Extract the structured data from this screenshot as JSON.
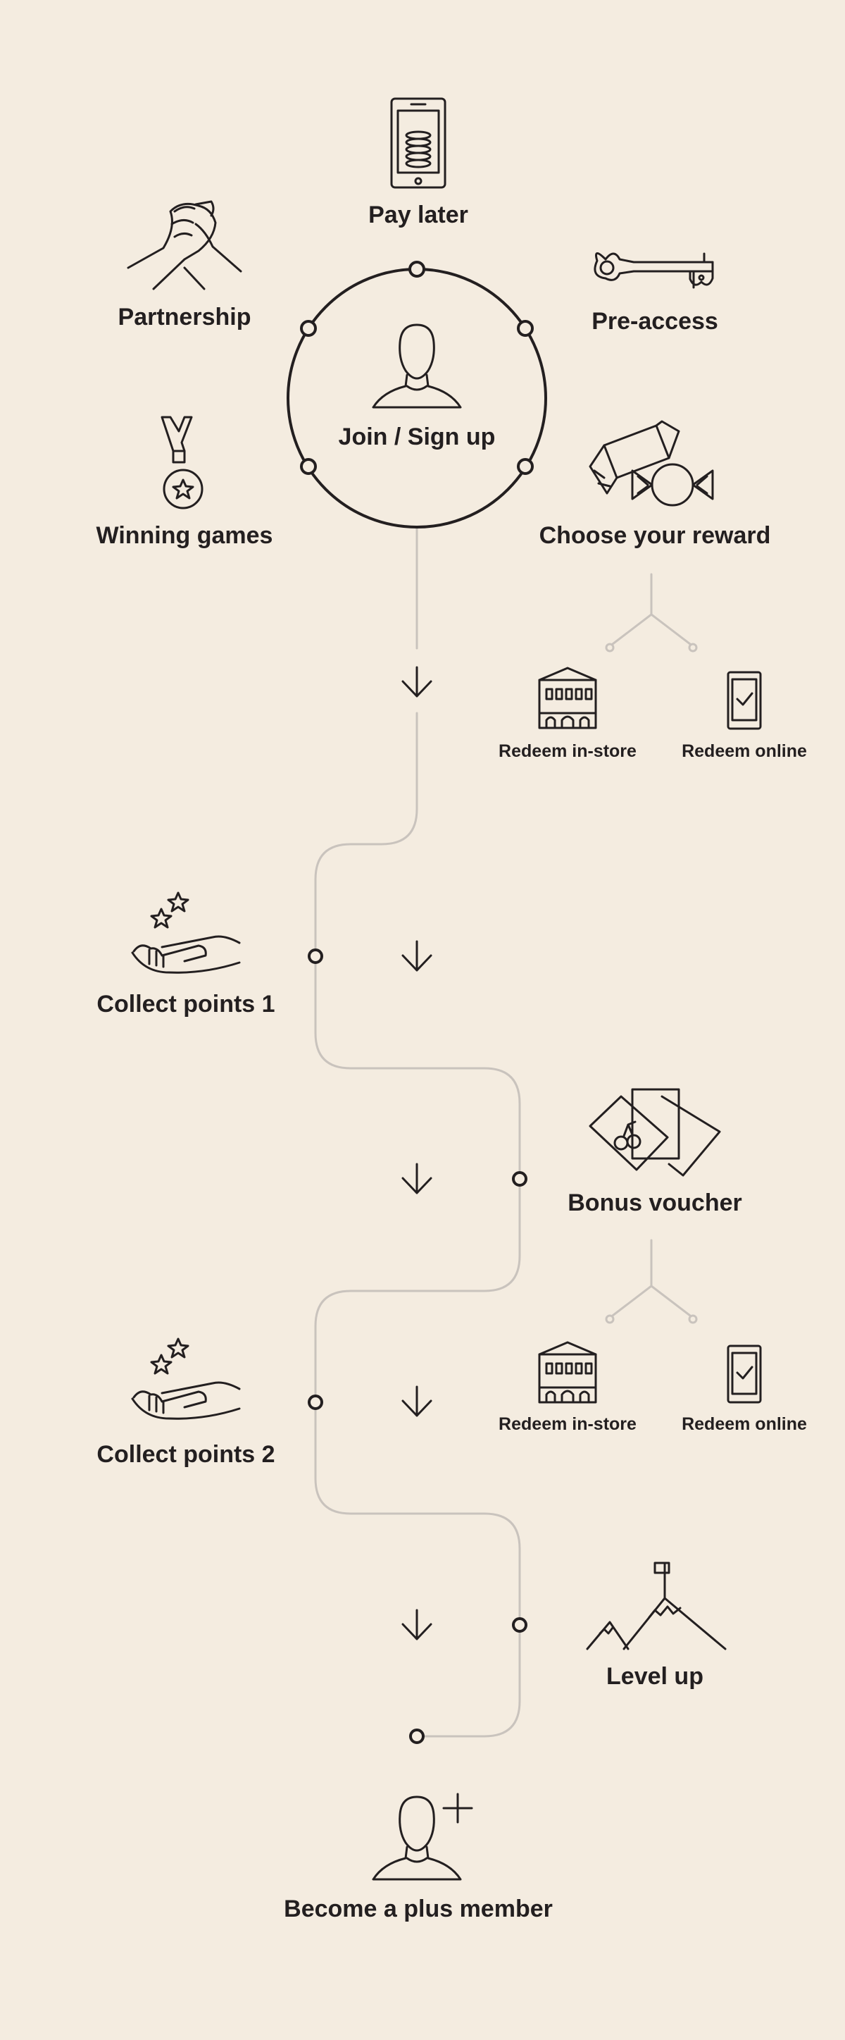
{
  "center": {
    "label": "Join / Sign up"
  },
  "benefits": {
    "pay_later": "Pay later",
    "partnership": "Partnership",
    "pre_access": "Pre-access",
    "winning_games": "Winning games",
    "choose_reward": "Choose your reward"
  },
  "redeem": {
    "in_store": "Redeem in-store",
    "online": "Redeem online"
  },
  "journey": {
    "collect_points_1": "Collect points 1",
    "bonus_voucher": "Bonus voucher",
    "collect_points_2": "Collect points 2",
    "level_up": "Level up",
    "become_plus_member": "Become a plus member"
  },
  "colors": {
    "background": "#f4ece0",
    "ink": "#231f20",
    "path": "#c9c3bd"
  },
  "icons": [
    "phone-coins-icon",
    "handshake-icon",
    "key-icon",
    "medal-icon",
    "candy-icon",
    "person-icon",
    "store-icon",
    "mobile-check-icon",
    "hand-stars-icon",
    "cards-icon",
    "mountain-flag-icon",
    "person-plus-icon",
    "arrow-down-icon"
  ]
}
